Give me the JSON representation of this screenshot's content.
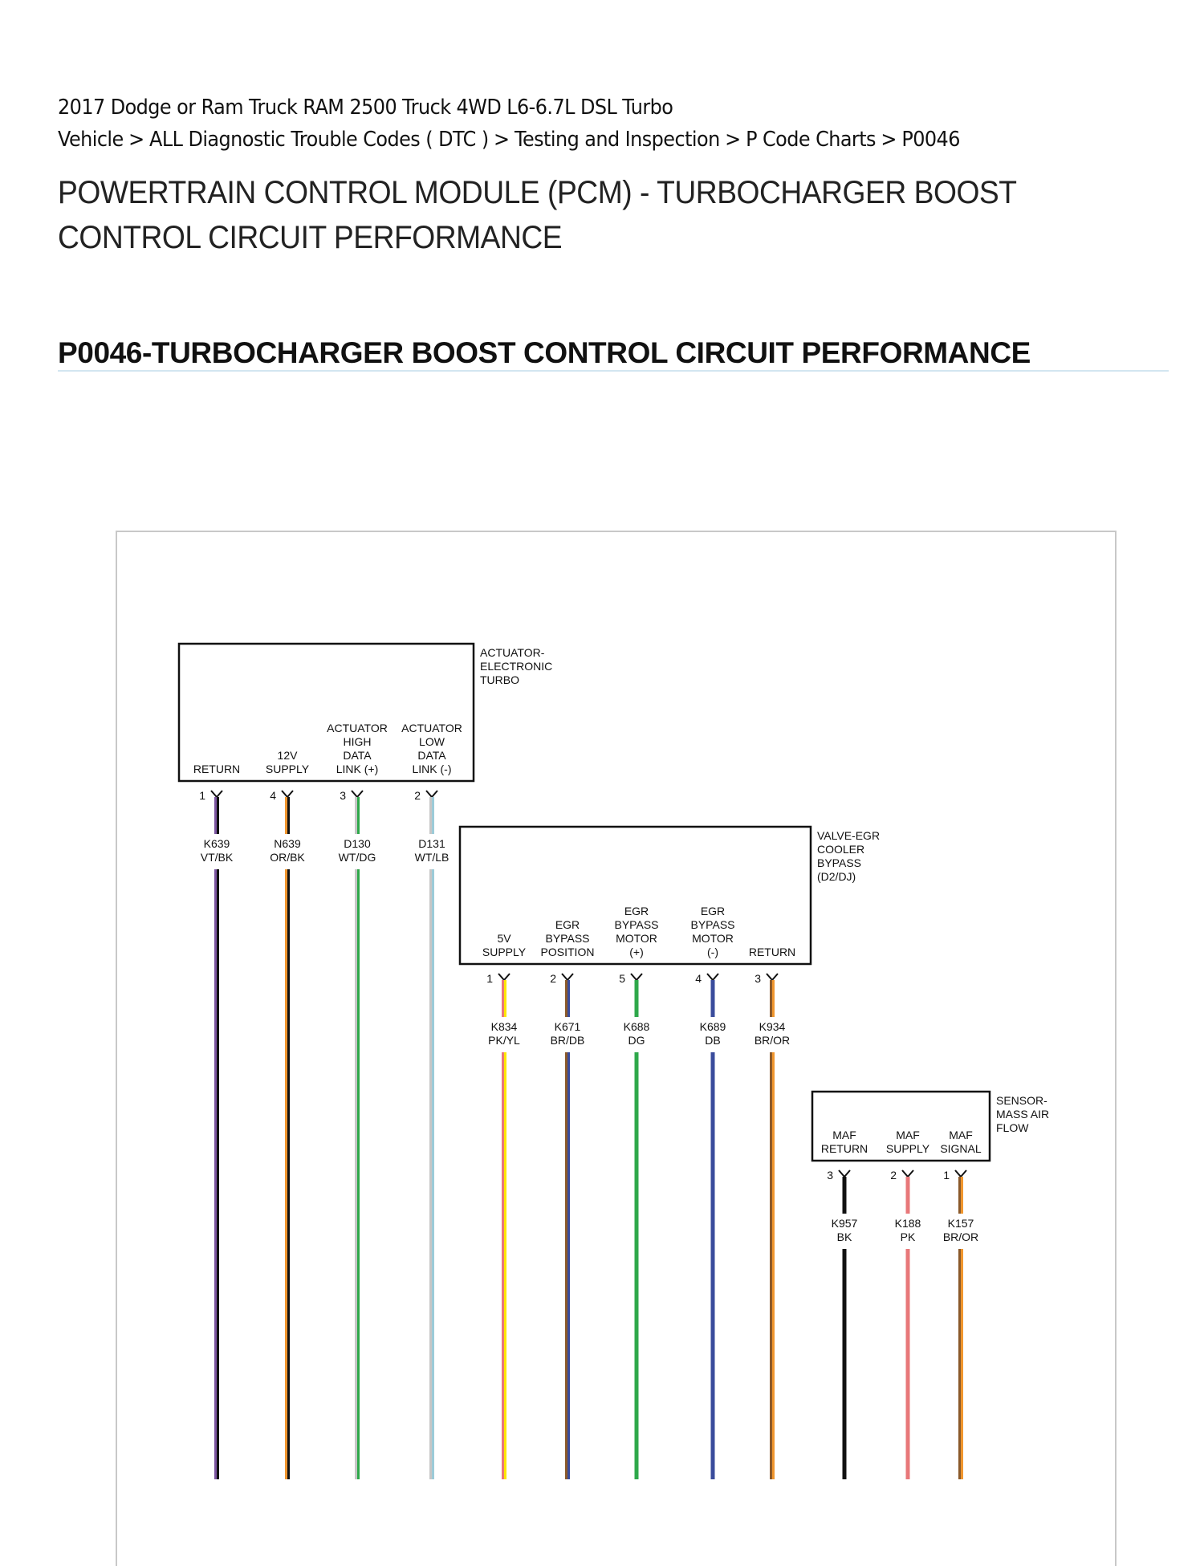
{
  "header": {
    "vehicle": "2017 Dodge or Ram Truck RAM 2500 Truck 4WD L6-6.7L DSL Turbo",
    "breadcrumb": [
      "Vehicle",
      "ALL Diagnostic Trouble Codes ( DTC )",
      "Testing and Inspection",
      "P Code Charts",
      "P0046"
    ],
    "breadcrumb_separator": ">",
    "subtitle": "POWERTRAIN CONTROL MODULE (PCM) - TURBOCHARGER BOOST CONTROL CIRCUIT PERFORMANCE"
  },
  "section": {
    "heading": "P0046-TURBOCHARGER BOOST CONTROL CIRCUIT PERFORMANCE",
    "rule_color": "#d3e6f1"
  },
  "wire_colors": {
    "VT": "#7b55a0",
    "BK": "#111111",
    "OR": "#f0962e",
    "WT": "#c6c6c6",
    "DG": "#2ea84a",
    "LB": "#9ccbd8",
    "PK": "#e8787a",
    "YL": "#ffe600",
    "BR": "#8b5a2b",
    "DB": "#3a4c9c"
  },
  "components": [
    {
      "id": "actuator-electronic-turbo",
      "name_lines": [
        "ACTUATOR-",
        "ELECTRONIC",
        "TURBO"
      ],
      "pins": [
        {
          "pin": "1",
          "label_lines": [
            "RETURN"
          ],
          "circuit": "K639",
          "color_code": "VT/BK"
        },
        {
          "pin": "4",
          "label_lines": [
            "12V",
            "SUPPLY"
          ],
          "circuit": "N639",
          "color_code": "OR/BK"
        },
        {
          "pin": "3",
          "label_lines": [
            "ACTUATOR",
            "HIGH",
            "DATA",
            "LINK (+)"
          ],
          "circuit": "D130",
          "color_code": "WT/DG"
        },
        {
          "pin": "2",
          "label_lines": [
            "ACTUATOR",
            "LOW",
            "DATA",
            "LINK (-)"
          ],
          "circuit": "D131",
          "color_code": "WT/LB"
        }
      ]
    },
    {
      "id": "valve-egr-cooler-bypass",
      "name_lines": [
        "VALVE-EGR",
        "COOLER",
        "BYPASS",
        "(D2/DJ)"
      ],
      "pins": [
        {
          "pin": "1",
          "label_lines": [
            "5V",
            "SUPPLY"
          ],
          "circuit": "K834",
          "color_code": "PK/YL"
        },
        {
          "pin": "2",
          "label_lines": [
            "EGR",
            "BYPASS",
            "POSITION"
          ],
          "circuit": "K671",
          "color_code": "BR/DB"
        },
        {
          "pin": "5",
          "label_lines": [
            "EGR",
            "BYPASS",
            "MOTOR",
            "(+)"
          ],
          "circuit": "K688",
          "color_code": "DG"
        },
        {
          "pin": "4",
          "label_lines": [
            "EGR",
            "BYPASS",
            "MOTOR",
            "(-)"
          ],
          "circuit": "K689",
          "color_code": "DB"
        },
        {
          "pin": "3",
          "label_lines": [
            "RETURN"
          ],
          "circuit": "K934",
          "color_code": "BR/OR"
        }
      ]
    },
    {
      "id": "sensor-mass-air-flow",
      "name_lines": [
        "SENSOR-",
        "MASS AIR",
        "FLOW"
      ],
      "pins": [
        {
          "pin": "3",
          "label_lines": [
            "MAF",
            "RETURN"
          ],
          "circuit": "K957",
          "color_code": "BK"
        },
        {
          "pin": "2",
          "label_lines": [
            "MAF",
            "SUPPLY"
          ],
          "circuit": "K188",
          "color_code": "PK"
        },
        {
          "pin": "1",
          "label_lines": [
            "MAF",
            "SIGNAL"
          ],
          "circuit": "K157",
          "color_code": "BR/OR"
        }
      ]
    }
  ]
}
